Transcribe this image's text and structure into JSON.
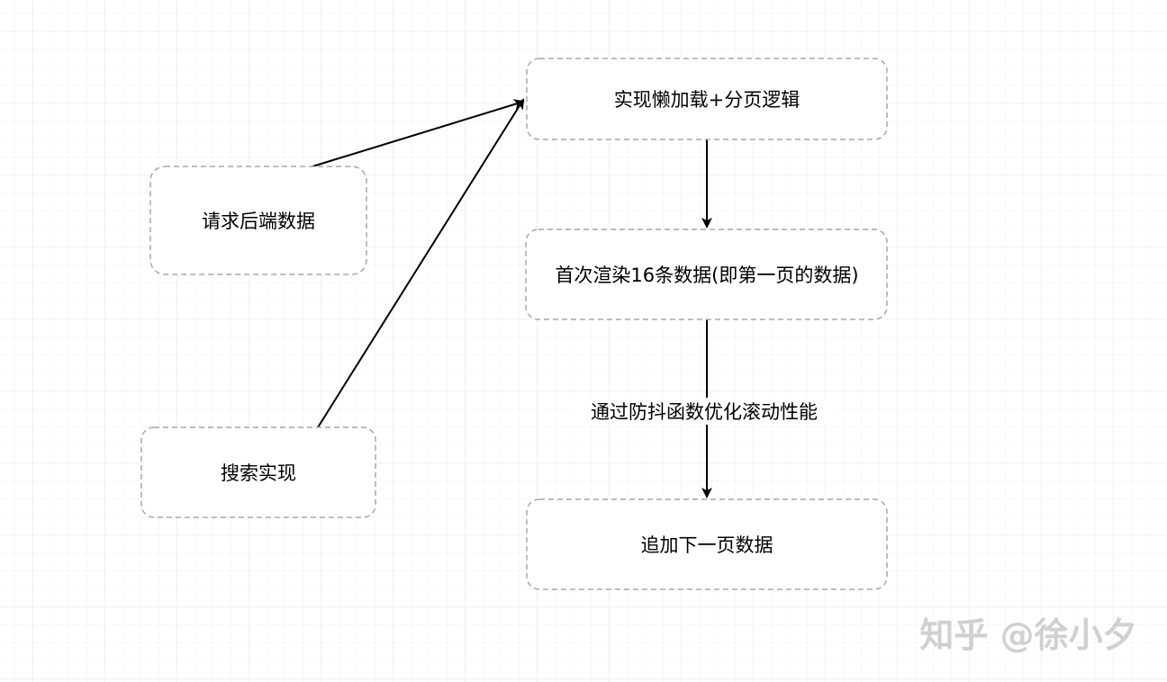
{
  "diagram": {
    "nodes": [
      {
        "id": "lazy",
        "label": "实现懒加载+分页逻辑"
      },
      {
        "id": "request",
        "label": "请求后端数据"
      },
      {
        "id": "first",
        "label": "首次渲染16条数据(即第一页的数据)"
      },
      {
        "id": "search",
        "label": "搜索实现"
      },
      {
        "id": "append",
        "label": "追加下一页数据"
      }
    ],
    "edges": [
      {
        "from": "request",
        "to": "lazy"
      },
      {
        "from": "search",
        "to": "lazy"
      },
      {
        "from": "lazy",
        "to": "first"
      },
      {
        "from": "first",
        "to": "append",
        "label": "通过防抖函数优化滚动性能"
      }
    ],
    "watermark": "知乎 @徐小夕"
  },
  "colors": {
    "border": "#a8a8a8",
    "grid_minor": "#f2f2f2",
    "grid_major": "#e0e0e0",
    "arrow": "#000000"
  }
}
